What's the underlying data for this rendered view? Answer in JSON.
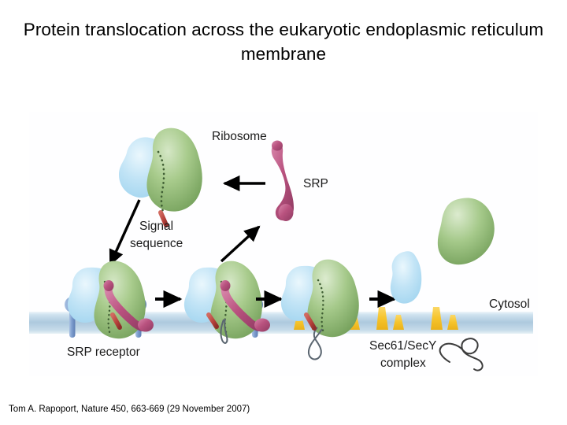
{
  "slide": {
    "title": "Protein translocation across the eukaryotic endoplasmic reticulum membrane",
    "citation": "Tom A. Rapoport, Nature 450, 663-669 (29 November 2007)",
    "background": "#ffffff"
  },
  "figure": {
    "panel_background": "#fefeff",
    "labels": {
      "ribosome": "Ribosome",
      "srp": "SRP",
      "signal_sequence_line1": "Signal",
      "signal_sequence_line2": "sequence",
      "srp_receptor": "SRP receptor",
      "sec61_line1": "Sec61/SecY",
      "sec61_line2": "complex",
      "cytosol": "Cytosol"
    },
    "colors": {
      "ribosome_large_subunit_green": "#86b06a",
      "ribosome_small_subunit_blue": "#b9e0f5",
      "srp_pink": "#b9527f",
      "signal_peptide_red": "#b5403a",
      "sec61_channel_yellow": "#f5c029",
      "srp_receptor_blue": "#7f9fd0",
      "membrane_blue": "#bcd4e6",
      "nascent_chain_gray": "#5a6570",
      "arrow_black": "#000000"
    },
    "steps": [
      {
        "id": "free-ribosome",
        "desc": "Free ribosome with emerging signal sequence"
      },
      {
        "id": "srp-binding",
        "desc": "SRP binds signal sequence on ribosome"
      },
      {
        "id": "srp-receptor-docking",
        "desc": "Ribosome-SRP complex docks at SRP receptor"
      },
      {
        "id": "transfer-to-sec61",
        "desc": "Signal sequence transferred to Sec61 channel, SRP released"
      },
      {
        "id": "translocation",
        "desc": "Nascent chain translocates through Sec61 channel"
      },
      {
        "id": "dissociation",
        "desc": "Ribosome subunits dissociate from the membrane"
      }
    ],
    "arrows": [
      {
        "id": "srp-to-ribosome",
        "direction": "left"
      },
      {
        "id": "ribosome-down-to-membrane",
        "direction": "down-left"
      },
      {
        "id": "srp-recycling",
        "direction": "up-right"
      },
      {
        "id": "step1-to-step2",
        "direction": "right"
      },
      {
        "id": "step2-to-step3",
        "direction": "right"
      },
      {
        "id": "step3-to-step4",
        "direction": "right"
      }
    ]
  }
}
